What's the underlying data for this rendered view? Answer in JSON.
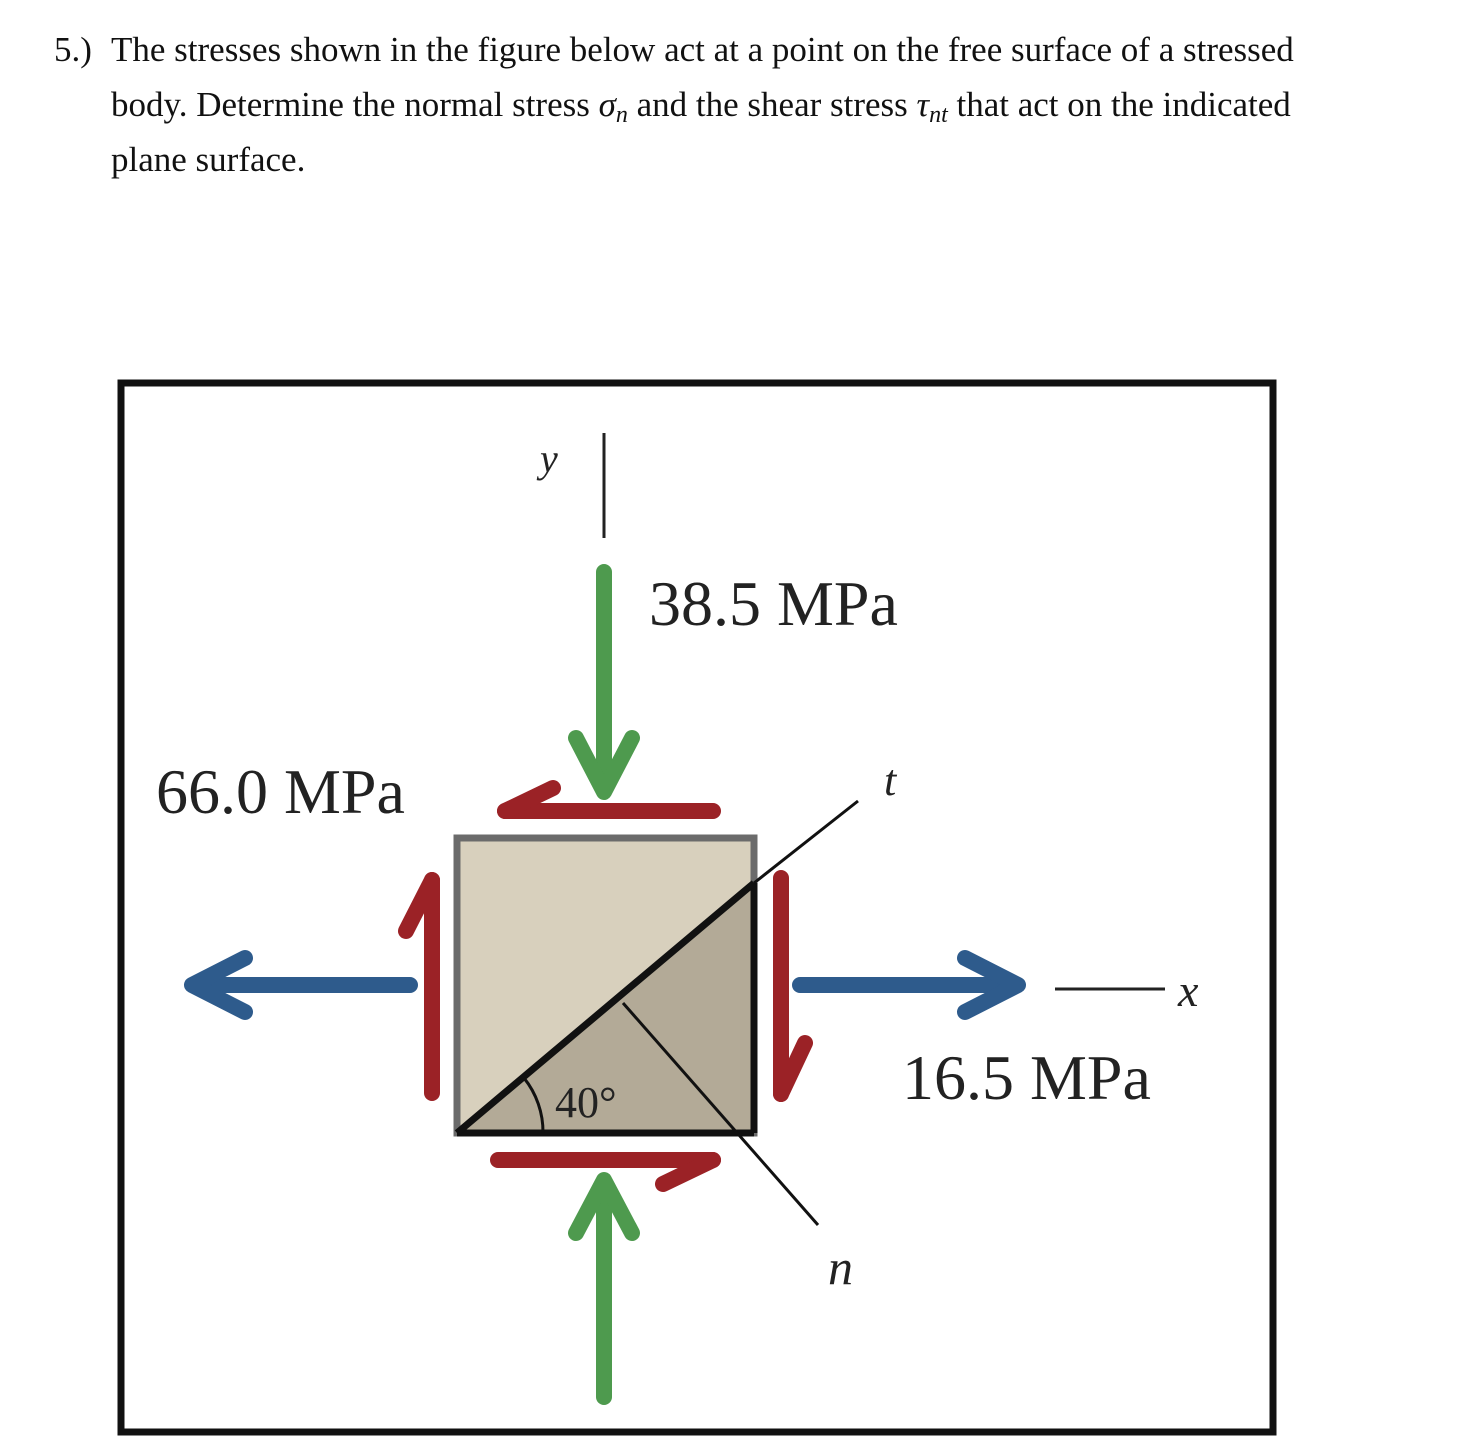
{
  "problem": {
    "number": "5.)",
    "line1": "The stresses shown in the figure below act at a point on the free surface of a stressed",
    "line2_a": "body. Determine the normal stress ",
    "sigma_symbol": "σ",
    "sigma_sub": "n",
    "line2_b": " and the shear stress ",
    "tau_symbol": "τ",
    "tau_sub": "nt",
    "line2_c": " that act on the indicated",
    "line3": "plane surface."
  },
  "figure": {
    "axis_y": "y",
    "axis_x": "x",
    "axis_t": "t",
    "axis_n": "n",
    "stress_top": "38.5 MPa",
    "stress_left": "66.0 MPa",
    "stress_right": "16.5 MPa",
    "angle": "40°"
  },
  "colors": {
    "normal_x_arrow": "#2e5b8c",
    "normal_y_arrow": "#4e9a4e",
    "shear_arrow": "#9b2226",
    "element_upper": "#d8d0bd",
    "element_lower": "#b3aa97",
    "element_border": "#6b6b6b"
  }
}
